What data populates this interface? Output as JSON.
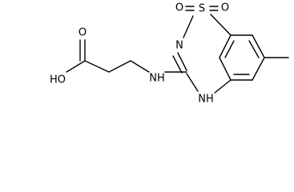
{
  "molecule": {
    "atoms": {
      "o_top_left": "O",
      "s": "S",
      "o_top_right": "O",
      "n_ring": "N",
      "nh_ring": "NH",
      "nh_link": "NH",
      "o_carbonyl": "O",
      "oh": "HO"
    }
  }
}
